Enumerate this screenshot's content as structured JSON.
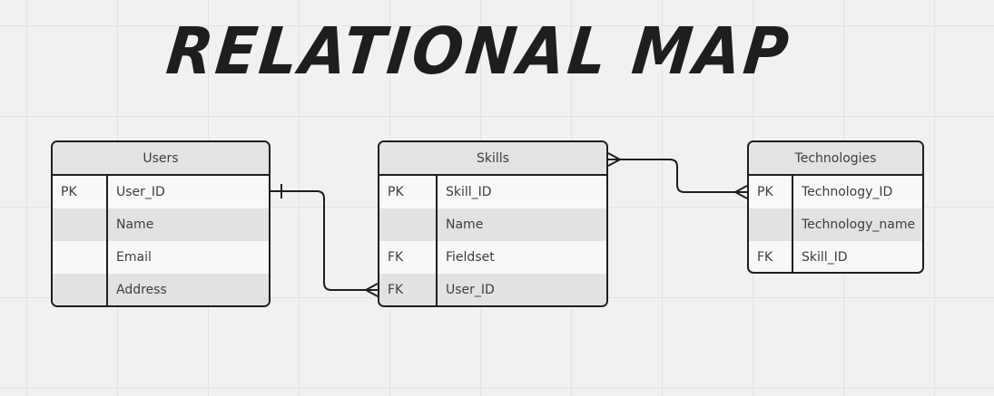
{
  "diagram": {
    "title": "RELATIONAL MAP"
  },
  "entities": {
    "users": {
      "name": "Users",
      "rows": [
        {
          "key": "PK",
          "field": "User_ID"
        },
        {
          "key": "",
          "field": "Name"
        },
        {
          "key": "",
          "field": "Email"
        },
        {
          "key": "",
          "field": "Address"
        }
      ]
    },
    "skills": {
      "name": "Skills",
      "rows": [
        {
          "key": "PK",
          "field": "Skill_ID"
        },
        {
          "key": "",
          "field": "Name"
        },
        {
          "key": "FK",
          "field": "Fieldset"
        },
        {
          "key": "FK",
          "field": "User_ID"
        }
      ]
    },
    "technologies": {
      "name": "Technologies",
      "rows": [
        {
          "key": "PK",
          "field": "Technology_ID"
        },
        {
          "key": "",
          "field": "Technology_name"
        },
        {
          "key": "FK",
          "field": "Skill_ID"
        }
      ]
    }
  },
  "relationships": [
    {
      "from": "users.User_ID",
      "from_end": "one",
      "to": "skills.User_ID",
      "to_end": "many"
    },
    {
      "from": "skills.header",
      "from_end": "many",
      "to": "technologies.Technology_ID",
      "to_end": "many"
    }
  ]
}
